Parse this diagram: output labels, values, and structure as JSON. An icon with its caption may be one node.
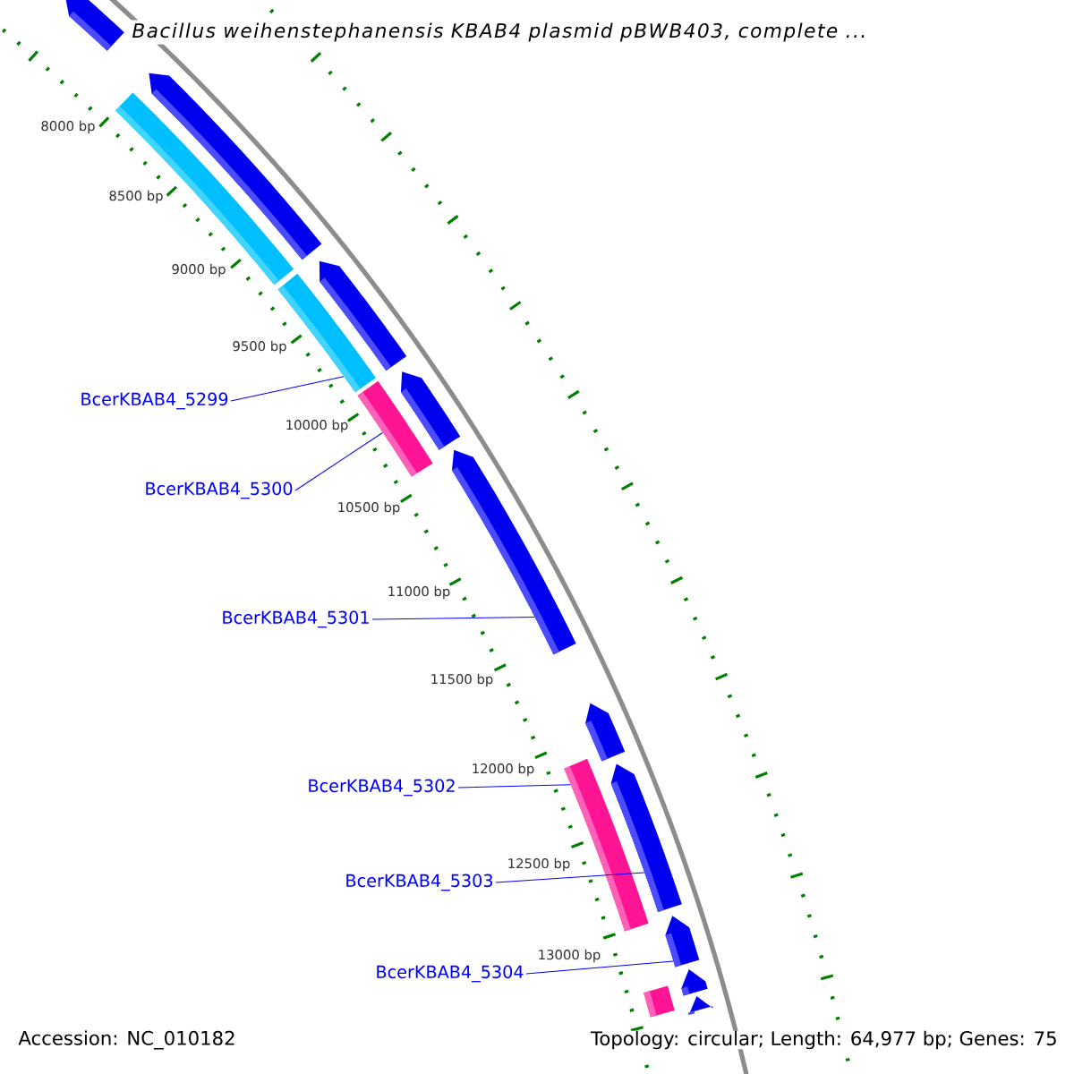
{
  "diagram": {
    "title": "Bacillus weihenstephanensis KBAB4 plasmid pBWB403, complete ...",
    "nodes": [
      {
        "text": [
          "BcerKBAB4_5299"
        ]
      },
      {
        "text": [
          "BcerKBAB4_5300"
        ]
      },
      {
        "text": [
          "BcerKBAB4_5301"
        ]
      },
      {
        "text": [
          "BcerKBAB4_5302"
        ]
      },
      {
        "text": [
          "BcerKBAB4_5303"
        ]
      },
      {
        "text": [
          "BcerKBAB4_5304"
        ]
      },
      {
        "text": [],
        "shape": "bar"
      },
      {
        "text": [],
        "shape": "bar"
      },
      {
        "text": [],
        "shape": "bar"
      },
      {
        "text": [],
        "shape": "bar"
      },
      {
        "text": [],
        "shape": "bar"
      },
      {
        "text": [],
        "shape": "bar"
      },
      {
        "text": [],
        "shape": "bar"
      },
      {
        "text": [],
        "shape": "bar"
      },
      {
        "text": [],
        "shape": "bar"
      },
      {
        "text": [],
        "shape": "bar"
      },
      {
        "text": [],
        "shape": "bar"
      },
      {
        "text": [],
        "shape": "bar"
      },
      {
        "text": [],
        "shape": "bar"
      },
      {
        "text": [],
        "shape": "bar"
      },
      {
        "text": [],
        "shape": "bar"
      }
    ],
    "edges": [
      {
        "from": 0,
        "to": 9,
        "arrow": "none"
      },
      {
        "from": 1,
        "to": 11,
        "arrow": "none"
      },
      {
        "from": 2,
        "to": 13,
        "arrow": "none"
      },
      {
        "from": 3,
        "to": 15,
        "arrow": "none"
      },
      {
        "from": 4,
        "to": 16,
        "arrow": "none"
      },
      {
        "from": 5,
        "to": 17,
        "arrow": "none"
      }
    ],
    "labels": [
      "8000 bp",
      "8500 bp",
      "9000 bp",
      "9500 bp",
      "10000 bp",
      "10500 bp",
      "11000 bp",
      "11500 bp",
      "12000 bp",
      "12500 bp",
      "13000 bp",
      "Accession: NC_010182",
      "Topology: circular; Length: 64,977 bp; Genes: 75"
    ]
  }
}
